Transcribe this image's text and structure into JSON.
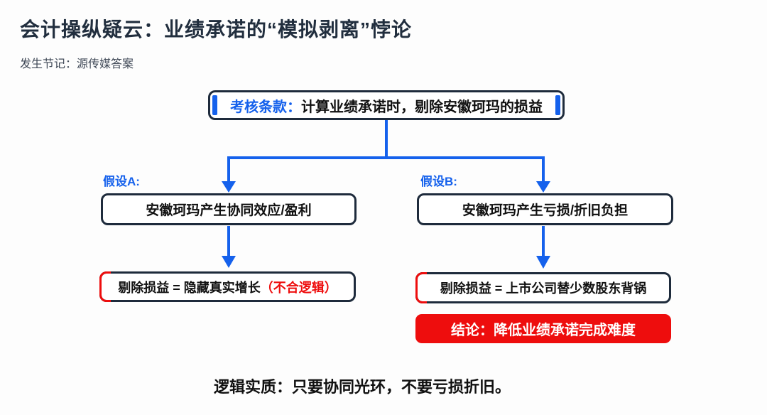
{
  "page": {
    "title": "会计操纵疑云：业绩承诺的“模拟剥离”悖论",
    "subtitle": "发生节记：源传媒答案",
    "footer": "逻辑实质：只要协同光环，不要亏损折旧。"
  },
  "flowchart": {
    "root": {
      "label_prefix": "考核条款：",
      "label_text": "计算业绩承诺时，剔除安徽珂玛的损益"
    },
    "branch_a": {
      "label": "假设A:",
      "hypothesis": "安徽珂玛产生协同效应/盈利",
      "result_text": "剔除损益 = 隐藏真实增长",
      "result_note": "（不合逻辑）"
    },
    "branch_b": {
      "label": "假设B:",
      "hypothesis": "安徽珂玛产生亏损/折旧负担",
      "result_text": "剔除损益 = 上市公司替少数股东背锅",
      "conclusion": "结论：降低业绩承诺完成难度"
    }
  },
  "colors": {
    "accent_blue": "#1561ec",
    "border_navy": "#1e2b3c",
    "alert_red": "#ee0d0d",
    "title_color": "#212e3e"
  }
}
